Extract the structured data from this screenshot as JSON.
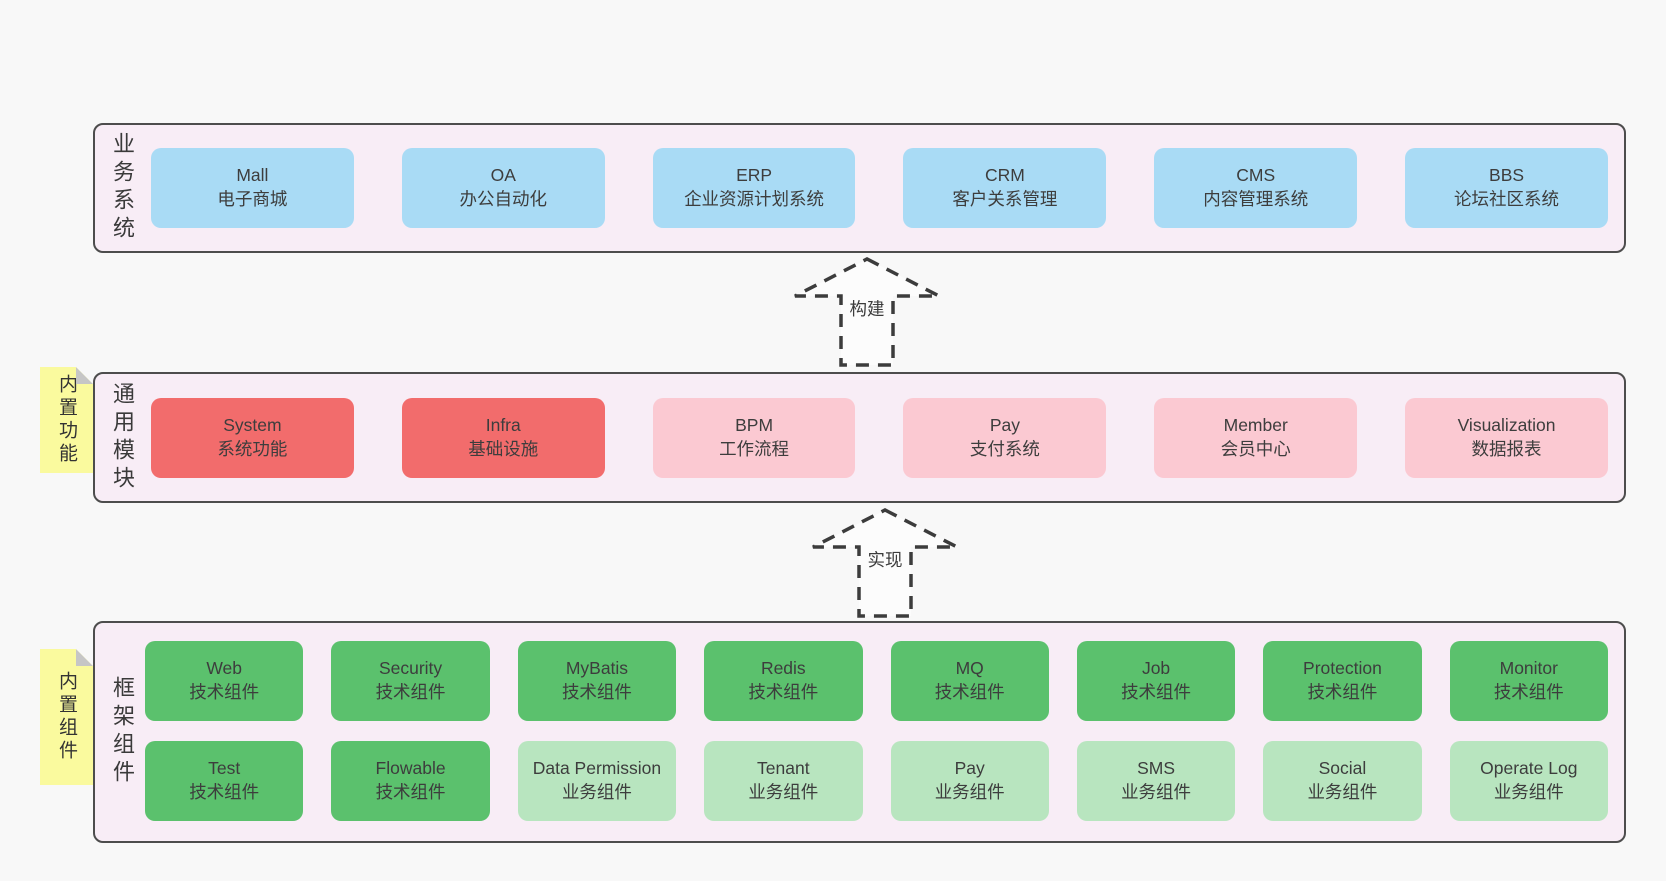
{
  "colors": {
    "page_bg": "#f8f8f8",
    "layer_bg": "#f8edf6",
    "layer_border": "#4d4d4d",
    "blue_box": "#a9dbf5",
    "red_box": "#f26c6c",
    "pink_box": "#fbc9d2",
    "green_box": "#5bc16d",
    "light_green_box": "#b8e5bf",
    "note_bg": "#fafa9e",
    "note_fold": "#c6c6c6",
    "text": "#3d3d3d"
  },
  "arrows": [
    {
      "label": "构建"
    },
    {
      "label": "实现"
    }
  ],
  "layers": [
    {
      "label": "业务系统",
      "boxes": [
        {
          "title": "Mall",
          "subtitle": "电子商城",
          "type": "blue"
        },
        {
          "title": "OA",
          "subtitle": "办公自动化",
          "type": "blue"
        },
        {
          "title": "ERP",
          "subtitle": "企业资源计划系统",
          "type": "blue"
        },
        {
          "title": "CRM",
          "subtitle": "客户关系管理",
          "type": "blue"
        },
        {
          "title": "CMS",
          "subtitle": "内容管理系统",
          "type": "blue"
        },
        {
          "title": "BBS",
          "subtitle": "论坛社区系统",
          "type": "blue"
        }
      ]
    },
    {
      "label": "通用模块",
      "note": "内置功能",
      "boxes": [
        {
          "title": "System",
          "subtitle": "系统功能",
          "type": "red"
        },
        {
          "title": "Infra",
          "subtitle": "基础设施",
          "type": "red"
        },
        {
          "title": "BPM",
          "subtitle": "工作流程",
          "type": "pink"
        },
        {
          "title": "Pay",
          "subtitle": "支付系统",
          "type": "pink"
        },
        {
          "title": "Member",
          "subtitle": "会员中心",
          "type": "pink"
        },
        {
          "title": "Visualization",
          "subtitle": "数据报表",
          "type": "pink"
        }
      ]
    },
    {
      "label": "框架组件",
      "note": "内置组件",
      "rows": [
        {
          "boxes": [
            {
              "title": "Web",
              "subtitle": "技术组件",
              "type": "green"
            },
            {
              "title": "Security",
              "subtitle": "技术组件",
              "type": "green"
            },
            {
              "title": "MyBatis",
              "subtitle": "技术组件",
              "type": "green"
            },
            {
              "title": "Redis",
              "subtitle": "技术组件",
              "type": "green"
            },
            {
              "title": "MQ",
              "subtitle": "技术组件",
              "type": "green"
            },
            {
              "title": "Job",
              "subtitle": "技术组件",
              "type": "green"
            },
            {
              "title": "Protection",
              "subtitle": "技术组件",
              "type": "green"
            },
            {
              "title": "Monitor",
              "subtitle": "技术组件",
              "type": "green"
            }
          ]
        },
        {
          "boxes": [
            {
              "title": "Test",
              "subtitle": "技术组件",
              "type": "green"
            },
            {
              "title": "Flowable",
              "subtitle": "技术组件",
              "type": "green"
            },
            {
              "title": "Data Permission",
              "subtitle": "业务组件",
              "type": "lightgreen"
            },
            {
              "title": "Tenant",
              "subtitle": "业务组件",
              "type": "lightgreen"
            },
            {
              "title": "Pay",
              "subtitle": "业务组件",
              "type": "lightgreen"
            },
            {
              "title": "SMS",
              "subtitle": "业务组件",
              "type": "lightgreen"
            },
            {
              "title": "Social",
              "subtitle": "业务组件",
              "type": "lightgreen"
            },
            {
              "title": "Operate Log",
              "subtitle": "业务组件",
              "type": "lightgreen"
            }
          ]
        }
      ]
    }
  ]
}
